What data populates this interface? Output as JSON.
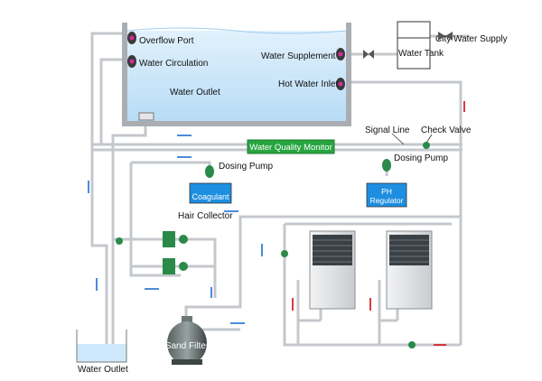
{
  "labels": {
    "overflow_port": "Overflow Port",
    "water_circulation": "Water Circulation",
    "water_outlet_pool": "Water Outlet",
    "water_supplement": "Water Supplement",
    "hot_water_inlet": "Hot Water Inlet",
    "water_tank": "Water Tank",
    "city_water_supply": "City Water Supply",
    "signal_line": "Signal Line",
    "check_valve": "Check Valve",
    "water_quality_monitor": "Water Quality Monitor",
    "dosing_pump_left": "Dosing Pump",
    "dosing_pump_right": "Dosing Pump",
    "coagulant": "Coagulant",
    "ph_regulator_line1": "PH",
    "ph_regulator_line2": "Regulator",
    "hair_collector": "Hair Collector",
    "sand_filter": "Sand Filter",
    "water_outlet_bottom": "Water Outlet"
  },
  "colors": {
    "pipe": "#c4c8cc",
    "pool_water": "#cfe8fb",
    "chemical_blue": "#1e8ee0",
    "monitor_green": "#27a540",
    "flow_arrow": "#1d6fd1",
    "hot_arrow": "#d8242a",
    "valve_green": "#2a8a4a",
    "port_magenta": "#d42a9e"
  },
  "icons": [
    "flow-arrow",
    "hot-water-arrow",
    "valve",
    "pump",
    "heat-pump-unit",
    "sand-filter",
    "wall-port"
  ]
}
